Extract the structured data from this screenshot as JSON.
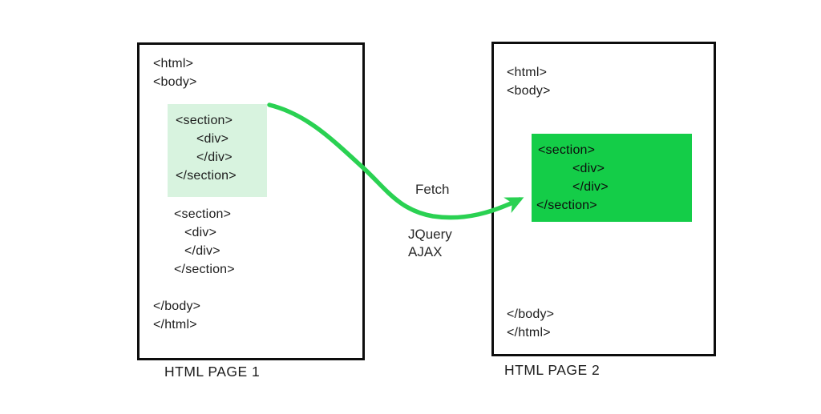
{
  "page1": {
    "label": "HTML PAGE 1",
    "html_open": "<html>",
    "body_open": "<body>",
    "body_close": "</body>",
    "html_close": "</html>",
    "highlighted_section": [
      "<section>",
      "<div>",
      "</div>",
      "</section>"
    ],
    "second_section": [
      "<section>",
      "<div>",
      "</div>",
      "</section>"
    ]
  },
  "page2": {
    "label": "HTML PAGE 2",
    "html_open": "<html>",
    "body_open": "<body>",
    "body_close": "</body>",
    "html_close": "</html>",
    "injected_section": [
      "<section>",
      "<div>",
      "</div>",
      "</section>"
    ]
  },
  "arrow": {
    "label_fetch": "Fetch",
    "label_jquery": "JQuery",
    "label_ajax": "AJAX"
  },
  "colors": {
    "highlight_light_green": "#d8f3df",
    "highlight_solid_green": "#14cd48",
    "arrow_green": "#2ad152",
    "box_border": "#0d0d0d",
    "text": "#1d1d1d"
  }
}
